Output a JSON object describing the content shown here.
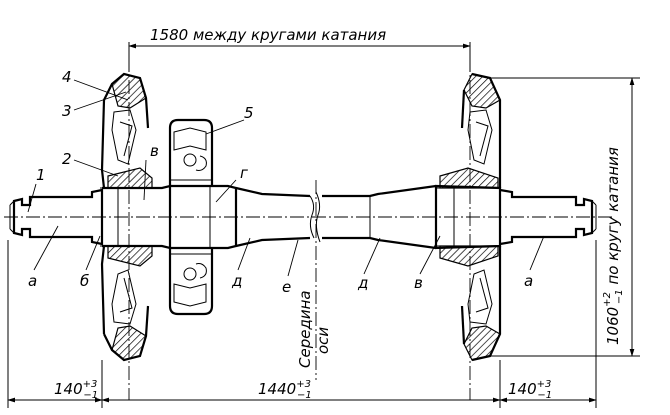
{
  "dimensions": {
    "top": "1580 между кругами катания",
    "right": {
      "main": "1060",
      "tol_upper": "+2",
      "tol_lower": "−1",
      "suffix": " по кругу катания"
    },
    "bottom_left": {
      "main": "140",
      "tol_upper": "+3",
      "tol_lower": "−1"
    },
    "bottom_center": {
      "main": "1440",
      "tol_upper": "+3",
      "tol_lower": "−1"
    },
    "bottom_right": {
      "main": "140",
      "tol_upper": "+3",
      "tol_lower": "−1"
    }
  },
  "center_label": {
    "line1": "Середина",
    "line2": "оси"
  },
  "part_labels": {
    "n1": "1",
    "n2": "2",
    "n3": "3",
    "n4": "4",
    "n5": "5",
    "a_left": "а",
    "b_left": "б",
    "v_left": "в",
    "g": "г",
    "d_left": "д",
    "e": "е",
    "d_right": "д",
    "v_right": "в",
    "a_right": "а"
  }
}
